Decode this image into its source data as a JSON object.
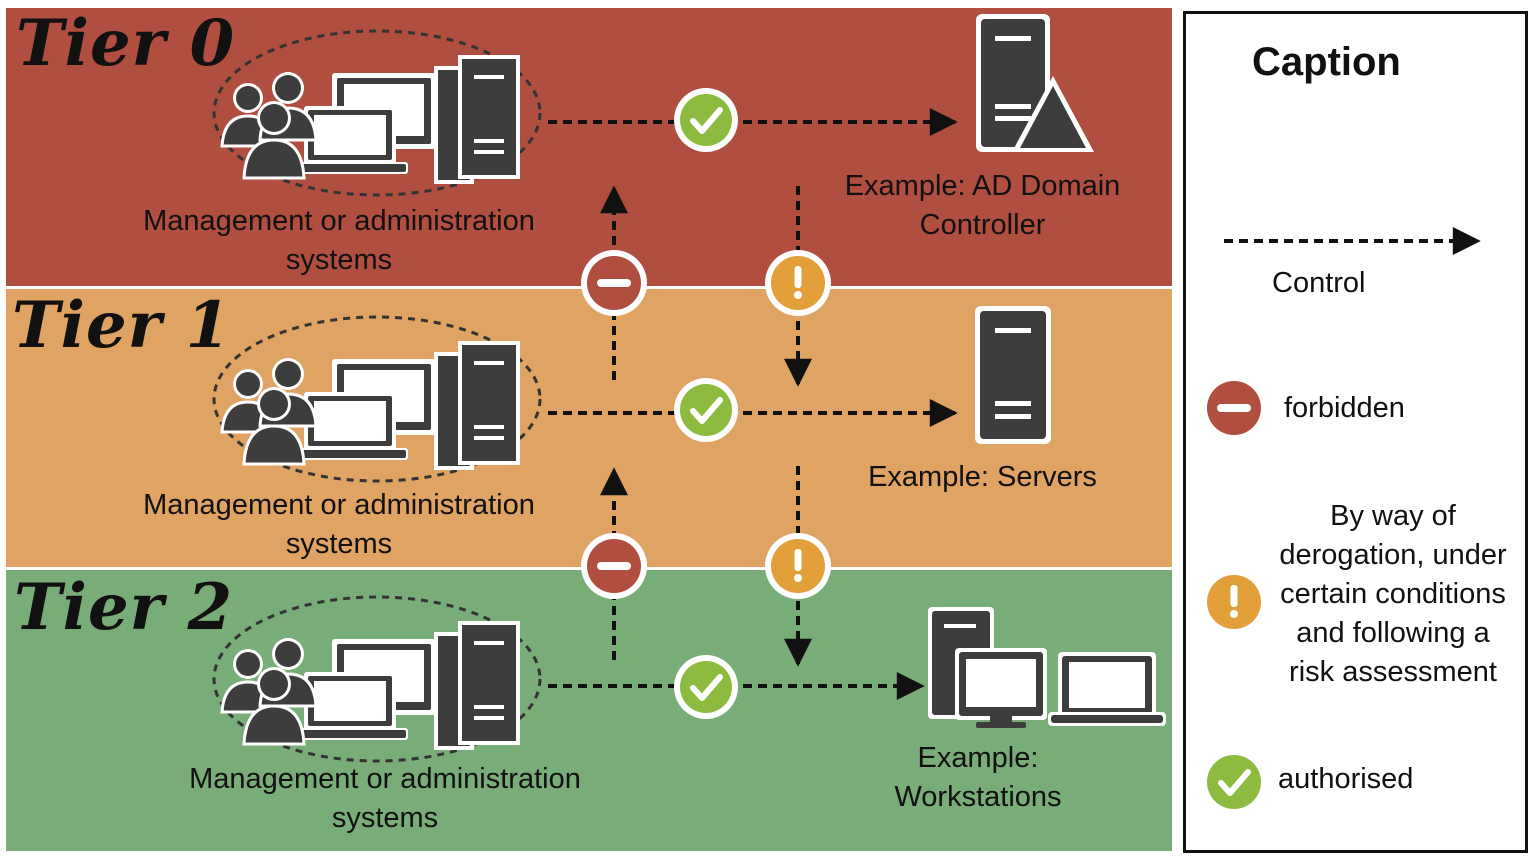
{
  "tiers": [
    {
      "title": "Tier 0",
      "left_label": "Management or administration systems",
      "right_label": "Example: AD Domain Controller"
    },
    {
      "title": "Tier 1",
      "left_label": "Management or administration systems",
      "right_label": "Example: Servers"
    },
    {
      "title": "Tier 2",
      "left_label": "Management or administration systems",
      "right_label": "Example: Workstations"
    }
  ],
  "legend": {
    "title": "Caption",
    "control": "Control",
    "forbidden": "forbidden",
    "derogation": "By way of derogation, under certain conditions and following a risk assessment",
    "authorised": "authorised"
  },
  "colors": {
    "tier0": "#b04e40",
    "tier1": "#dfa363",
    "tier2": "#79ad77",
    "forbidden": "#b04e40",
    "derogation": "#e3a03a",
    "authorised": "#8cbb3f",
    "icon": "#3d3d3d"
  }
}
